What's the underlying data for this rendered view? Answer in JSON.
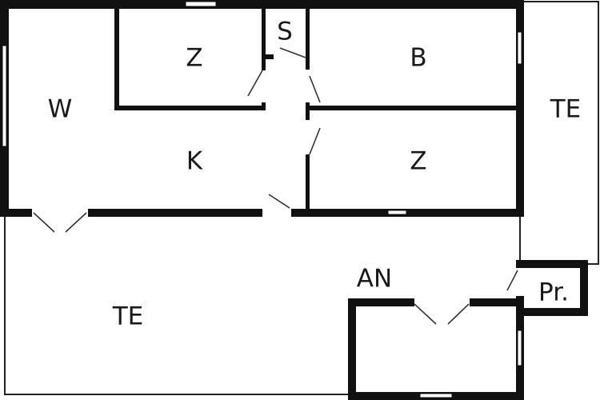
{
  "plan": {
    "rooms": {
      "living": "W",
      "bedroom_1": "Z",
      "toilet": "S",
      "bathroom": "B",
      "terrace_side": "TE",
      "kitchen": "K",
      "bedroom_2": "Z",
      "annex": "AN",
      "terrace_front": "TE",
      "storage": "Pr."
    }
  }
}
